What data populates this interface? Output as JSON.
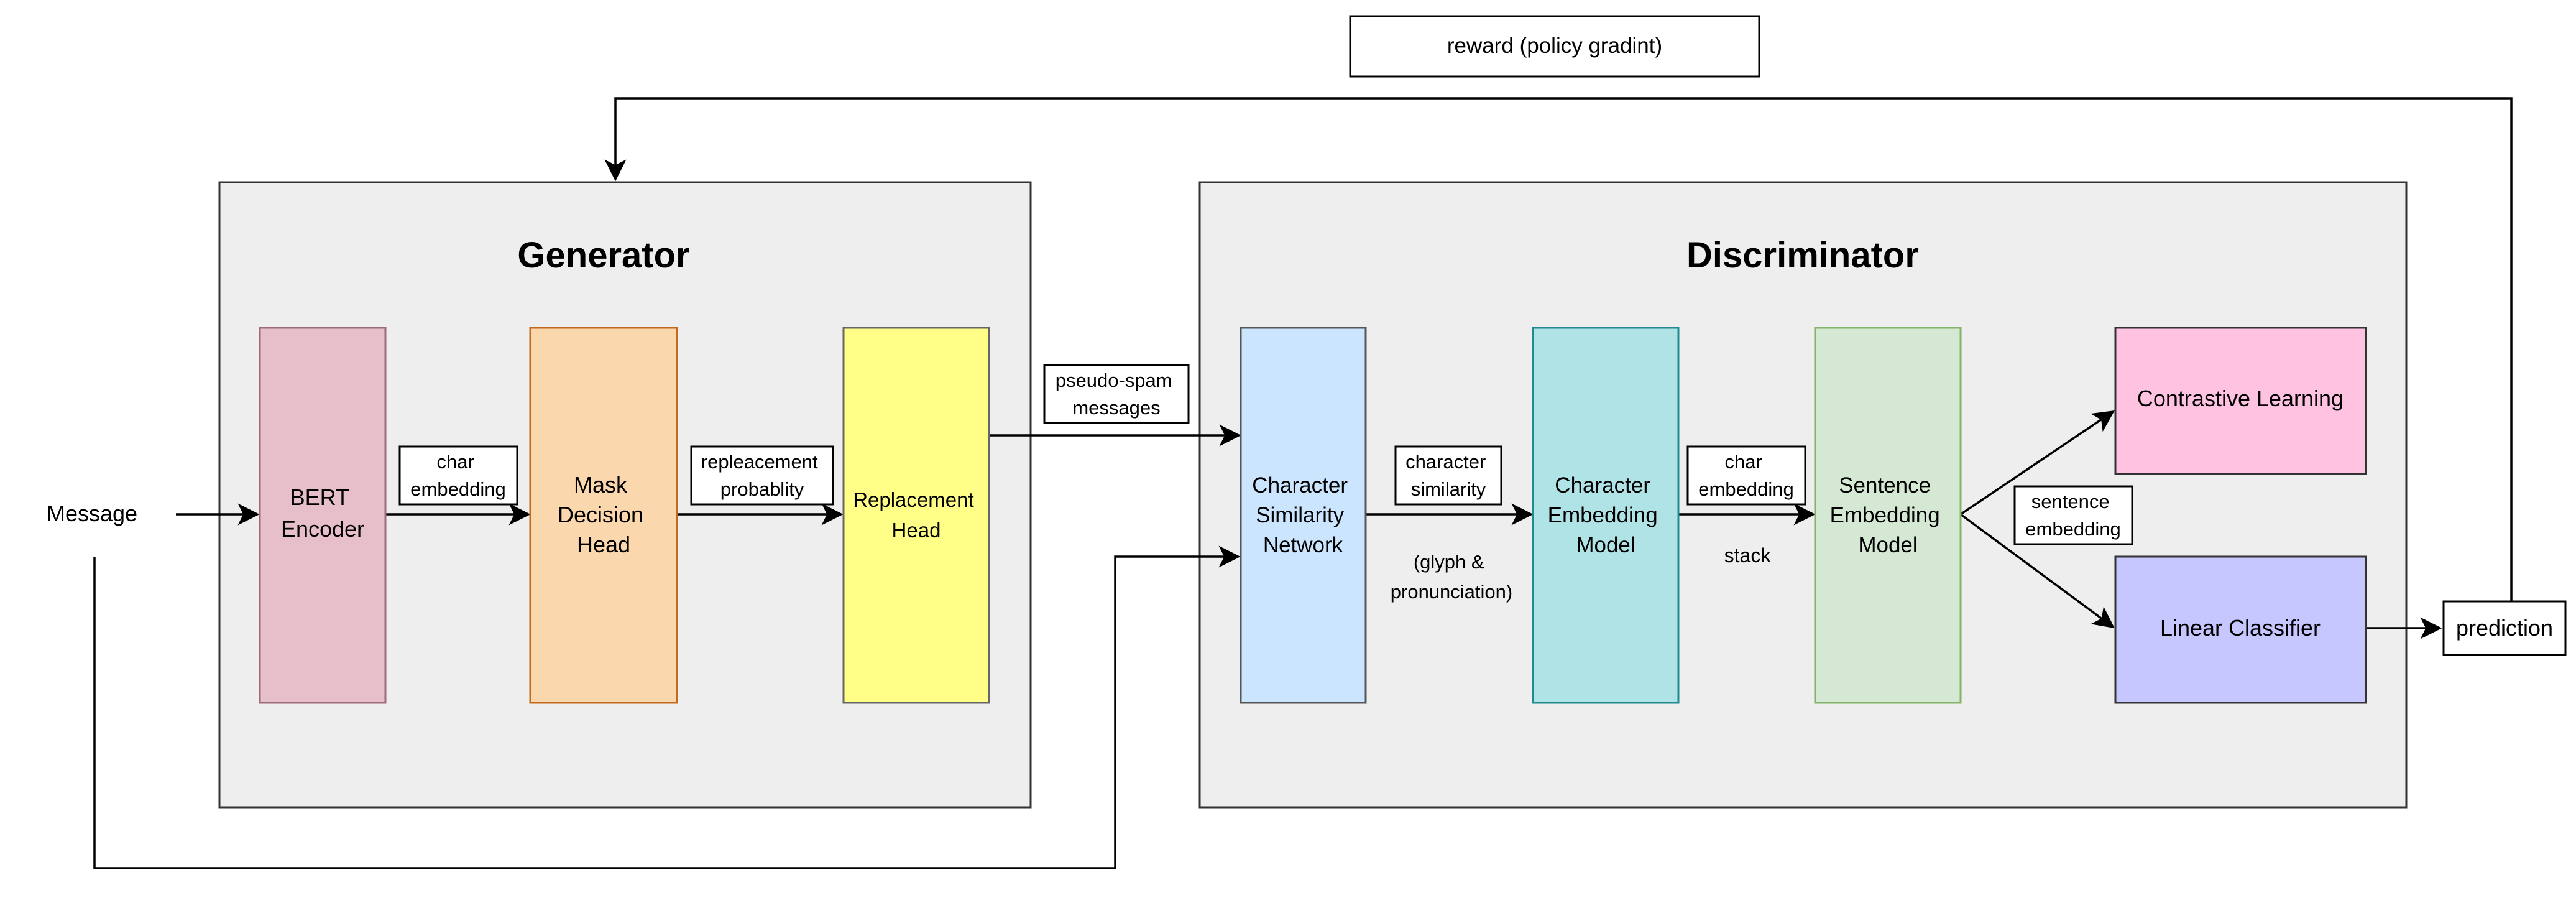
{
  "reward_label": "reward (policy gradint)",
  "input_label": "Message",
  "output_label": "prediction",
  "generator": {
    "title": "Generator",
    "blocks": {
      "bert_encoder": [
        "BERT",
        "Encoder"
      ],
      "mask_decision_head": [
        "Mask",
        "Decision",
        "Head"
      ],
      "replacement_head": [
        "Replacement",
        "Head"
      ]
    },
    "edge_labels": {
      "char_embedding": [
        "char",
        "embedding"
      ],
      "replacement_probability": [
        "repleacement",
        "probablity"
      ]
    }
  },
  "link_label": [
    "pseudo-spam",
    "messages"
  ],
  "discriminator": {
    "title": "Discriminator",
    "blocks": {
      "character_similarity_network": [
        "Character",
        "Similarity",
        "Network"
      ],
      "character_embedding_model": [
        "Character",
        "Embedding",
        "Model"
      ],
      "sentence_embedding_model": [
        "Sentence",
        "Embedding",
        "Model"
      ],
      "contrastive_learning": [
        "Contrastive Learning"
      ],
      "linear_classifier": [
        "Linear Classifier"
      ]
    },
    "edge_labels": {
      "character_similarity": [
        "character",
        "similarity"
      ],
      "glyph_pronunciation": [
        "(glyph &",
        "pronunciation)"
      ],
      "char_embedding": [
        "char",
        "embedding"
      ],
      "stack": [
        "stack"
      ],
      "sentence_embedding": [
        "sentence",
        "embedding"
      ]
    }
  },
  "colors": {
    "container_fill": "#eeeeee",
    "bert_fill": "#e6bfcb",
    "mask_fill": "#fad7ad",
    "mask_stroke": "#c16a1c",
    "replacement_fill": "#ffff88",
    "char_sim_fill": "#cce5ff",
    "char_emb_fill": "#b0e3e6",
    "char_emb_stroke": "#1f8a8f",
    "sent_emb_fill": "#d5e8d4",
    "sent_emb_stroke": "#82b366",
    "contrastive_fill": "#ffc2e0",
    "linear_fill": "#c7c7ff"
  }
}
